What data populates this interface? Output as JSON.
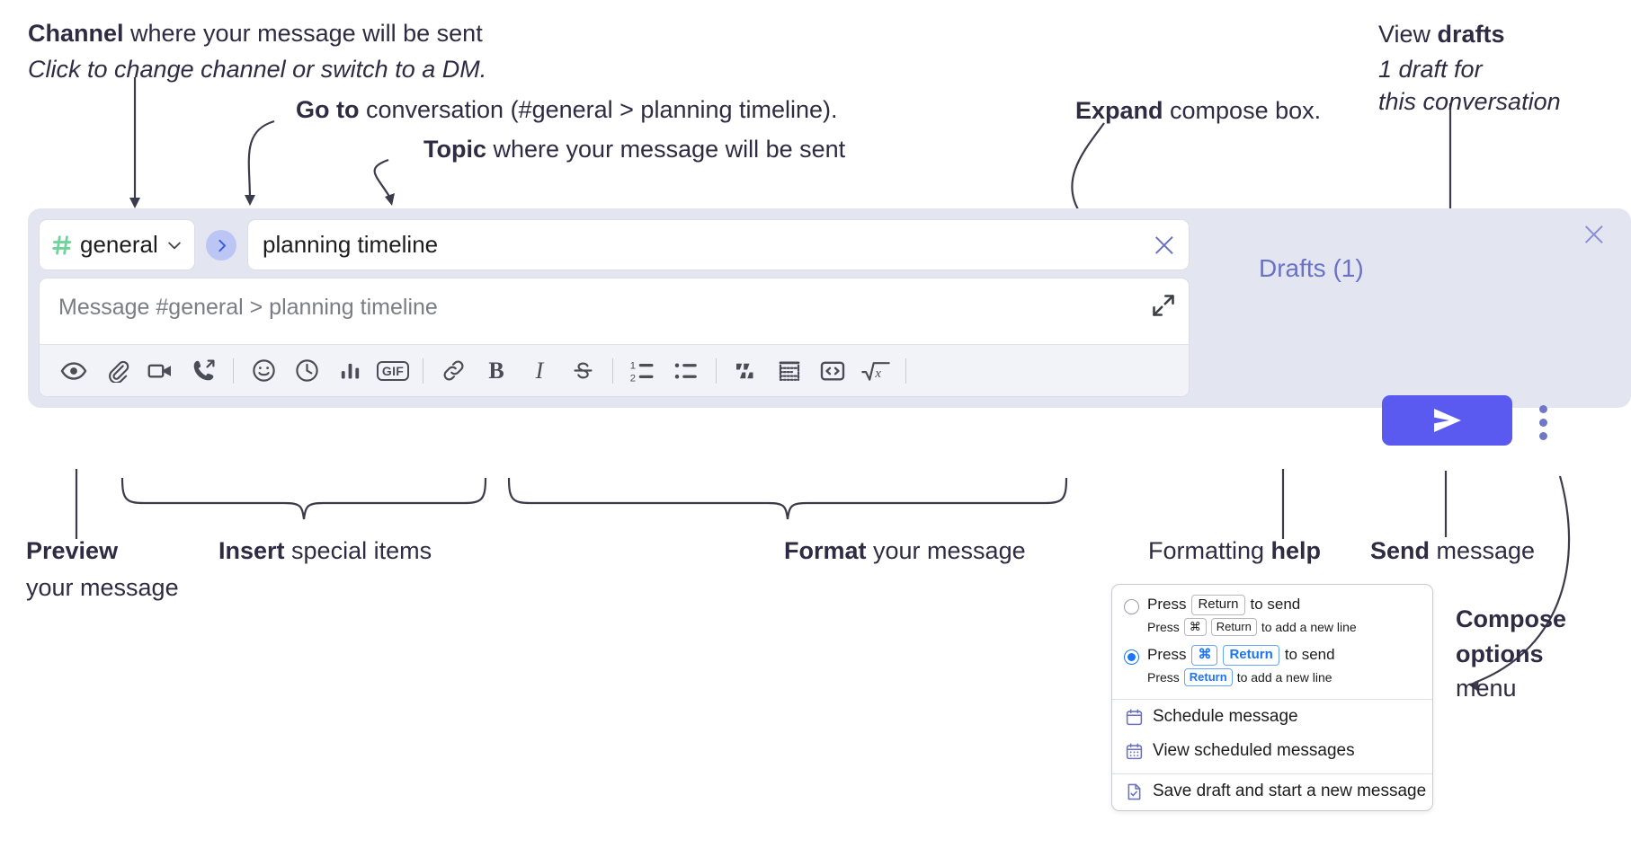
{
  "annotations": {
    "channel": {
      "bold": "Channel",
      "rest": " where your message will be sent",
      "italic": "Click to change channel or switch to a DM."
    },
    "goto": {
      "bold": "Go to",
      "rest": " conversation (#general > planning timeline)."
    },
    "topic": {
      "bold": "Topic",
      "rest": " where your message will be sent"
    },
    "expand": {
      "bold": "Expand",
      "rest": " compose box."
    },
    "drafts": {
      "lead": "View ",
      "bold": "drafts",
      "italic1": "1 draft for",
      "italic2": "this conversation"
    },
    "preview": {
      "bold": "Preview",
      "rest": "your message"
    },
    "insert": {
      "bold": "Insert",
      "rest": " special items"
    },
    "format": {
      "bold": "Format",
      "rest": " your message"
    },
    "help": {
      "lead": "Formatting ",
      "bold": "help"
    },
    "send": {
      "bold": "Send",
      "rest": " message"
    },
    "compose_options": {
      "bold1": "Compose",
      "bold2": "options",
      "rest": "menu"
    }
  },
  "compose": {
    "channel_name": "general",
    "topic_value": "planning timeline",
    "message_placeholder": "Message #general > planning timeline",
    "drafts_label": "Drafts (1)",
    "toolbar": [
      {
        "name": "preview-icon",
        "label": "Preview"
      },
      {
        "name": "attachment-icon",
        "label": "Attach file"
      },
      {
        "name": "video-icon",
        "label": "Video"
      },
      {
        "name": "call-icon",
        "label": "Call"
      },
      {
        "sep": true
      },
      {
        "name": "emoji-icon",
        "label": "Emoji"
      },
      {
        "name": "clock-icon",
        "label": "Reminder"
      },
      {
        "name": "poll-icon",
        "label": "Poll"
      },
      {
        "name": "gif-icon",
        "label": "GIF"
      },
      {
        "sep": true
      },
      {
        "name": "link-icon",
        "label": "Link"
      },
      {
        "name": "bold-icon",
        "label": "B"
      },
      {
        "name": "italic-icon",
        "label": "I"
      },
      {
        "name": "strikethrough-icon",
        "label": "Strikethrough"
      },
      {
        "sep": true
      },
      {
        "name": "ordered-list-icon",
        "label": "Numbered list"
      },
      {
        "name": "bulleted-list-icon",
        "label": "Bulleted list"
      },
      {
        "sep": true
      },
      {
        "name": "blockquote-icon",
        "label": "Blockquote"
      },
      {
        "name": "code-block-icon",
        "label": "Code block"
      },
      {
        "name": "inline-code-icon",
        "label": "Code"
      },
      {
        "name": "math-icon",
        "label": "Math"
      },
      {
        "sep": true
      },
      {
        "name": "help-icon",
        "label": "?"
      }
    ]
  },
  "menu": {
    "option1": {
      "press": "Press",
      "key": "Return",
      "tail": "to send",
      "sub_press": "Press",
      "sub_key1": "⌘",
      "sub_key2": "Return",
      "sub_tail": "to add a new line",
      "selected": false
    },
    "option2": {
      "press": "Press",
      "key1": "⌘",
      "key2": "Return",
      "tail": "to send",
      "sub_press": "Press",
      "sub_key": "Return",
      "sub_tail": "to add a new line",
      "selected": true
    },
    "items": [
      {
        "icon": "calendar-schedule-icon",
        "label": "Schedule message"
      },
      {
        "icon": "calendar-grid-icon",
        "label": "View scheduled messages"
      },
      {
        "icon": "save-draft-icon",
        "label": "Save draft and start a new message"
      }
    ]
  },
  "colors": {
    "panel_bg": "#e3e5f1",
    "accent_purple": "#5a5af0",
    "drafts_text": "#6b72c4",
    "channel_green": "#6fd39a",
    "goto_blue": "#3d5dd9",
    "key_blue": "#1d74f5"
  }
}
